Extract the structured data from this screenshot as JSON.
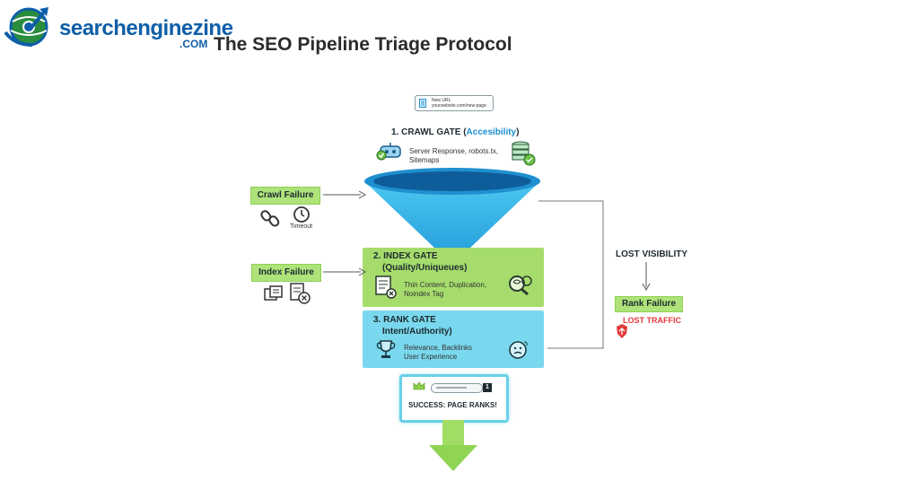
{
  "logo": {
    "name": "searchenginezine",
    "suffix": ".COM"
  },
  "title": "The SEO Pipeline Triage Protocol",
  "url_box": {
    "line1": "New URL",
    "line2": "yourwebsite.com/new-page"
  },
  "crawl_gate": {
    "title_prefix": "1. CRAWL GATE (",
    "title_highlight": "Accesibility",
    "title_suffix": ")",
    "line1": "Server Response, robots.tx,",
    "line2": "Sitemaps"
  },
  "index_gate": {
    "title": "2. INDEX GATE",
    "subtitle": "(Quality/Uniqueues)",
    "line1": "Thin Content, Duplication,",
    "line2": "Noindex Tag"
  },
  "rank_gate": {
    "title": "3. RANK GATE",
    "subtitle": "Intent/Authority)",
    "line1": "Relevance, Backlinks",
    "line2": "User Experience"
  },
  "crawl_failure": {
    "label": "Crawl Failure",
    "timeout": "Timeout"
  },
  "index_failure": {
    "label": "Index Failure"
  },
  "lost_visibility": "LOST VISIBILITY",
  "rank_failure": {
    "label": "Rank Failure",
    "lost_traffic": "LOST TRAFFIC"
  },
  "success": {
    "rank": "1",
    "label": "SUCCESS: PAGE RANKS!"
  },
  "colors": {
    "funnel": "#2fb6ea",
    "index_gate": "#a6dc6c",
    "rank_gate": "#7ad8ee",
    "arrow": "#9fdd64",
    "failure_red": "#e23a3a",
    "brand": "#0d5ea8"
  }
}
